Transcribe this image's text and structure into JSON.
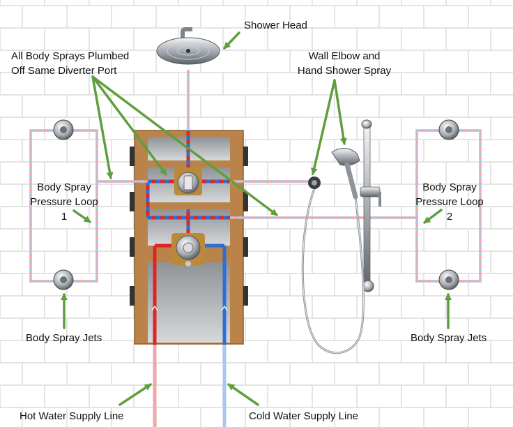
{
  "labels": {
    "shower_head": "Shower Head",
    "all_body_sprays_line1": "All Body Sprays Plumbed",
    "all_body_sprays_line2": "Off Same Diverter Port",
    "wall_elbow_line1": "Wall Elbow and",
    "wall_elbow_line2": "Hand Shower Spray",
    "loop_left_line1": "Body Spray",
    "loop_left_line2": "Pressure Loop",
    "loop_left_line3": "1",
    "loop_right_line1": "Body Spray",
    "loop_right_line2": "Pressure Loop",
    "loop_right_line3": "2",
    "jets_left": "Body Spray Jets",
    "jets_right": "Body Spray Jets",
    "hot_supply": "Hot Water Supply Line",
    "cold_supply": "Cold Water Supply Line"
  },
  "colors": {
    "arrow": "#5f9e3c",
    "hot": "#e02424",
    "cold": "#2c6fd1",
    "hot_light": "#f1a7a7",
    "cold_light": "#a9c7ea",
    "wood": "#b9834a",
    "brick_line": "#d9d9d9",
    "chrome": "#9aa0a6"
  }
}
